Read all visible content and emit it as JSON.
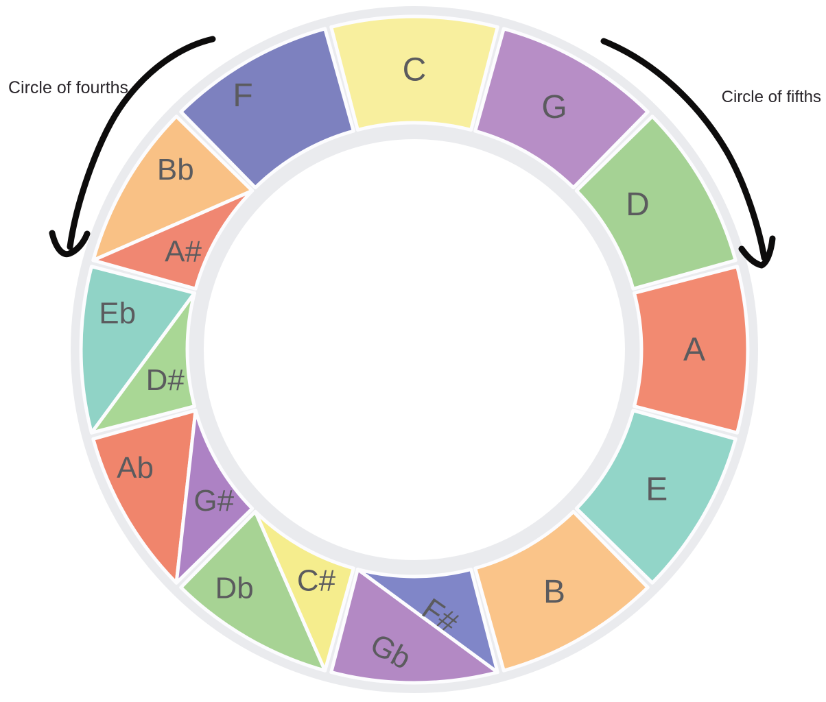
{
  "diagram": {
    "left_caption": "Circle of fourths",
    "right_caption": "Circle of fifths",
    "ring_color": "#eaebee",
    "gap_color": "#fcfcfe",
    "label_color": "#5b5b5e",
    "caption_color": "#29252a",
    "arrow_color": "#0d0c0c",
    "segments": [
      {
        "kind": "full",
        "label": "C",
        "color": "#f8ef9e"
      },
      {
        "kind": "full",
        "label": "G",
        "color": "#b78ec6"
      },
      {
        "kind": "full",
        "label": "D",
        "color": "#a5d294"
      },
      {
        "kind": "full",
        "label": "A",
        "color": "#f28a71"
      },
      {
        "kind": "full",
        "label": "E",
        "color": "#92d5c8"
      },
      {
        "kind": "full",
        "label": "B",
        "color": "#fac489"
      },
      {
        "kind": "split",
        "sharp": {
          "label": "F#",
          "color": "#8086c8",
          "rotation": 35
        },
        "flat": {
          "label": "Gb",
          "color": "#b389c4",
          "rotation": 28
        }
      },
      {
        "kind": "split",
        "sharp": {
          "label": "C#",
          "color": "#f5ed8d"
        },
        "flat": {
          "label": "Db",
          "color": "#a7d394"
        }
      },
      {
        "kind": "split",
        "sharp": {
          "label": "G#",
          "color": "#ad82c4"
        },
        "flat": {
          "label": "Ab",
          "color": "#f0856c"
        }
      },
      {
        "kind": "split",
        "sharp": {
          "label": "D#",
          "color": "#a9d795"
        },
        "flat": {
          "label": "Eb",
          "color": "#90d3c6"
        }
      },
      {
        "kind": "split",
        "sharp": {
          "label": "A#",
          "color": "#f08772"
        },
        "flat": {
          "label": "Bb",
          "color": "#f9c185"
        }
      },
      {
        "kind": "full",
        "label": "F",
        "color": "#7d81bf"
      }
    ]
  }
}
